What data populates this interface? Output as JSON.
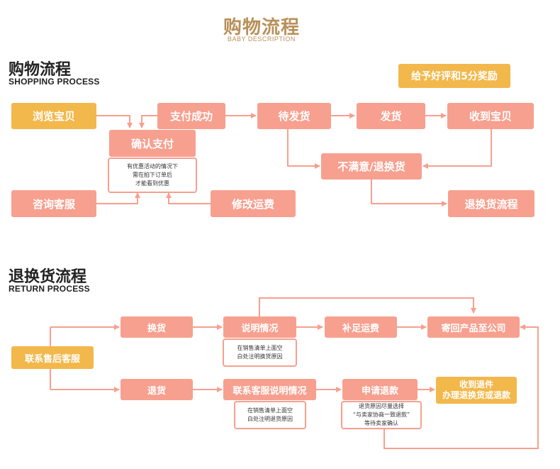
{
  "header": {
    "title": "购物流程",
    "subtitle": "BABY DESCRIPTION"
  },
  "shopping": {
    "title": "购物流程",
    "subtitle": "SHOPPING PROCESS",
    "reward": "给予好评和5分奖励",
    "browse": "浏览宝贝",
    "pay_success": "支付成功",
    "pending_ship": "待发货",
    "ship": "发货",
    "received": "收到宝贝",
    "confirm_pay": "确认支付",
    "confirm_note": [
      "有优惠活动的情况下",
      "需在拍下订单后",
      "才能看到优惠"
    ],
    "consult": "咨询客服",
    "modify_freight": "修改运费",
    "unsatisfied": "不满意/退换货",
    "return_process": "退换货流程"
  },
  "returns": {
    "title": "退换货流程",
    "subtitle": "RETURN PROCESS",
    "contact": "联系售后客服",
    "exchange": "换货",
    "explain": "说明情况",
    "explain_note": [
      "在销售清单上面空",
      "白处注明换货原因"
    ],
    "add_freight": "补足运费",
    "send_back": "寄回产品至公司",
    "refund": "退货",
    "contact_explain": "联系客服说明情况",
    "contact_note": [
      "在销售清单上面空",
      "白处注明退货原因"
    ],
    "apply_refund": "申请退款",
    "apply_note": [
      "退货原因尽量选择",
      "“与卖家协商一致退款”",
      "等待卖家确认"
    ],
    "receive_return": [
      "收到退件",
      "办理退换货或退款"
    ]
  },
  "colors": {
    "salmon": "#f7a08f",
    "gold": "#f2b84b",
    "header_text": "#b8905a"
  }
}
